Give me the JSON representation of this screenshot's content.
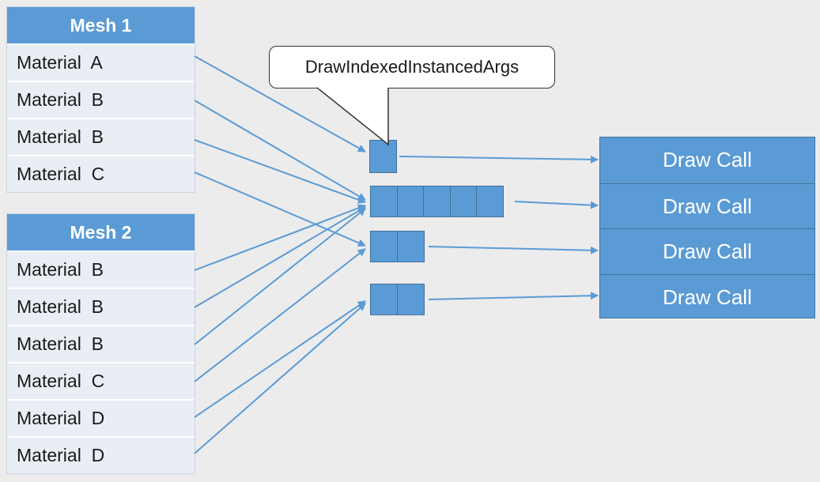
{
  "mesh1": {
    "title": "Mesh 1",
    "materials": [
      "Material  A",
      "Material  B",
      "Material  B",
      "Material  C"
    ]
  },
  "mesh2": {
    "title": "Mesh 2",
    "materials": [
      "Material  B",
      "Material  B",
      "Material  B",
      "Material  C",
      "Material  D",
      "Material  D"
    ]
  },
  "callout": {
    "label": "DrawIndexedInstancedArgs"
  },
  "draw_calls": [
    "Draw Call",
    "Draw Call",
    "Draw Call",
    "Draw Call"
  ],
  "args_buffers": [
    {
      "slots": 1
    },
    {
      "slots": 5
    },
    {
      "slots": 2
    },
    {
      "slots": 2
    }
  ],
  "colors": {
    "accent": "#5b9bd5",
    "border": "#41719c",
    "row_bg": "#e9edf4",
    "background": "#ececec"
  }
}
